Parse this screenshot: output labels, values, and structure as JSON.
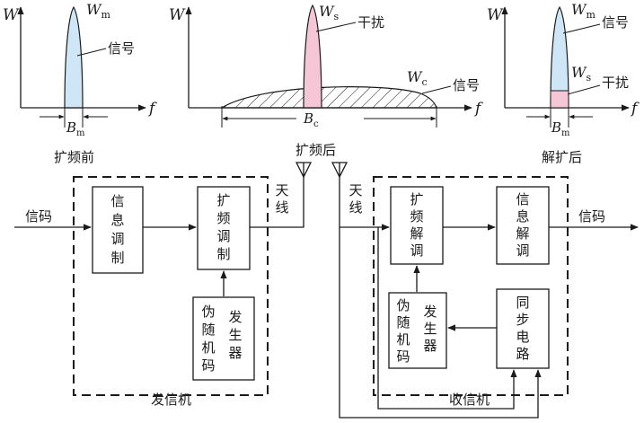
{
  "spectra": {
    "before": {
      "y_axis": "W",
      "x_axis": "f",
      "peak": "W",
      "peak_sub": "m",
      "signal": "信号",
      "bw": "B",
      "bw_sub": "m",
      "caption": "扩频前"
    },
    "after": {
      "y_axis": "W",
      "x_axis": "f",
      "peak": "W",
      "peak_sub": "s",
      "interference": "干扰",
      "wide": "W",
      "wide_sub": "c",
      "signal": "信号",
      "bw": "B",
      "bw_sub": "c",
      "caption": "扩频后"
    },
    "despread": {
      "y_axis": "W",
      "x_axis": "f",
      "peak": "W",
      "peak_sub": "m",
      "signal": "信号",
      "interf": "W",
      "interf_sub": "s",
      "interference": "干扰",
      "bw": "B",
      "bw_sub": "m",
      "caption": "解扩后"
    }
  },
  "transmitter": {
    "label": "发信机",
    "input": "信码",
    "antenna": "天线",
    "info_mod": [
      "信",
      "息",
      "调",
      "制"
    ],
    "spread_mod": [
      "扩",
      "频",
      "调",
      "制"
    ],
    "pn_gen": {
      "col1": [
        "伪",
        "随",
        "机",
        "码"
      ],
      "col2": [
        "发",
        "生",
        "器"
      ]
    }
  },
  "receiver": {
    "label": "收信机",
    "output": "信码",
    "antenna": "天线",
    "despread": [
      "扩",
      "频",
      "解",
      "调"
    ],
    "info_demod": [
      "信",
      "息",
      "解",
      "调"
    ],
    "pn_gen": {
      "col1": [
        "伪",
        "随",
        "机",
        "码"
      ],
      "col2": [
        "发",
        "生",
        "器"
      ]
    },
    "sync": [
      "同",
      "步",
      "电",
      "路"
    ]
  },
  "colors": {
    "blue_fill": "#cfe6f6",
    "pink_fill": "#f5c6d6",
    "ink": "#1a1a1a"
  }
}
